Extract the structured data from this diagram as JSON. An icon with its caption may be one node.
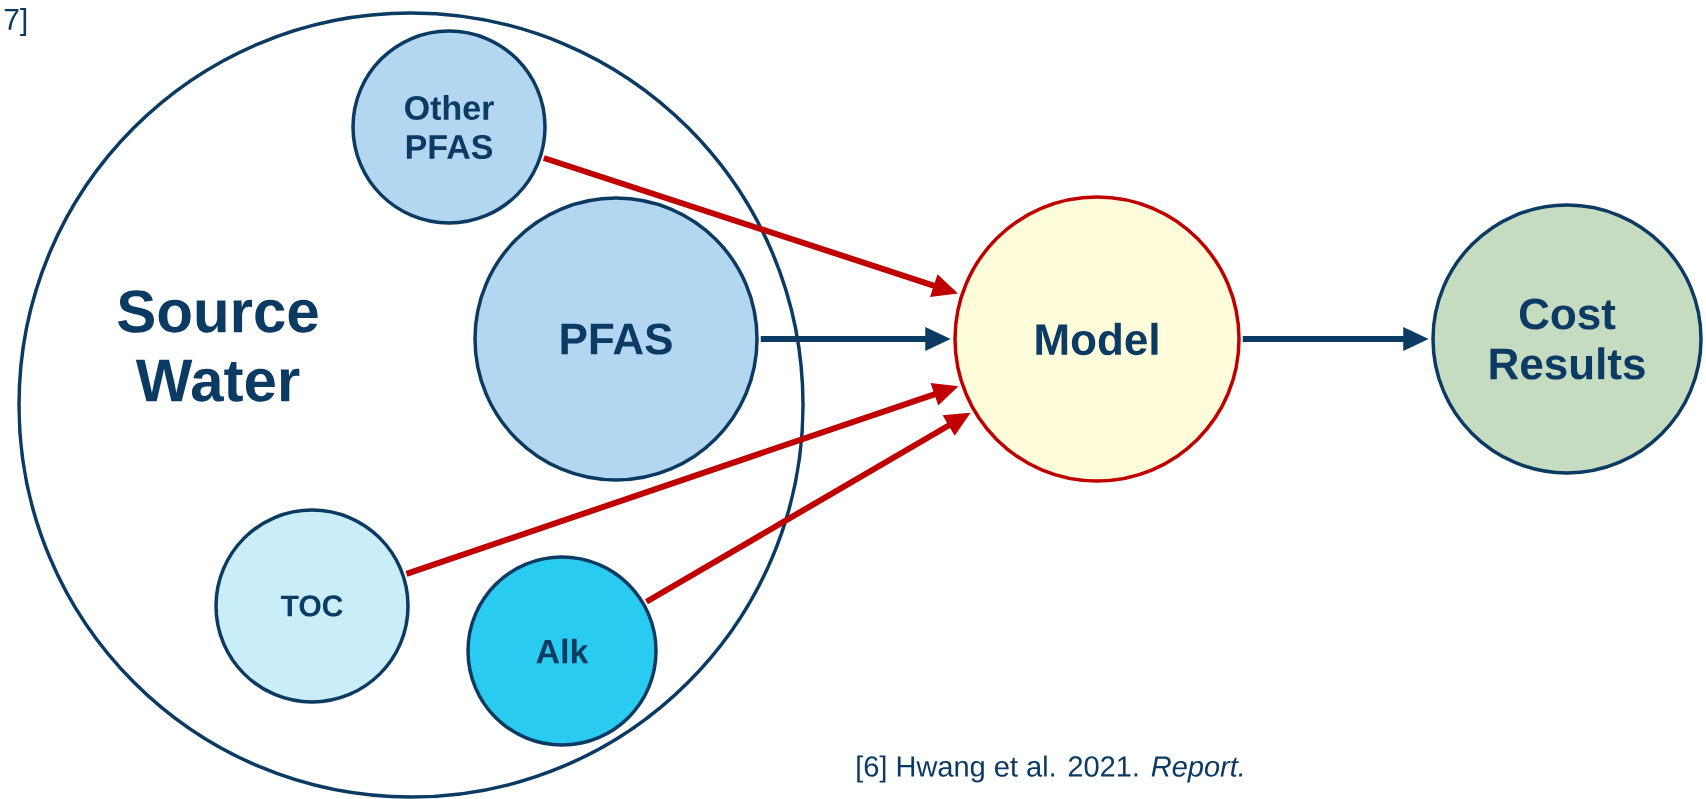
{
  "diagram": {
    "nodes": [
      {
        "text": [
          "Source Water"
        ]
      },
      {
        "text": [
          "Other PFAS"
        ],
        "in": 0
      },
      {
        "text": [
          "PFAS"
        ],
        "in": 0
      },
      {
        "text": [
          "TOC"
        ],
        "in": 0
      },
      {
        "text": [
          "Alk"
        ],
        "in": 0
      },
      {
        "text": [
          "Model"
        ]
      },
      {
        "text": [
          "Cost Results"
        ]
      }
    ],
    "edges": [
      {
        "from": 1,
        "to": 5,
        "arrow": "to",
        "color": "#c00000"
      },
      {
        "from": 2,
        "to": 5,
        "arrow": "to",
        "color": "#0b3a63"
      },
      {
        "from": 3,
        "to": 5,
        "arrow": "to",
        "color": "#c00000"
      },
      {
        "from": 4,
        "to": 5,
        "arrow": "to",
        "color": "#c00000"
      },
      {
        "from": 5,
        "to": 6,
        "arrow": "to",
        "color": "#0b3a63"
      }
    ],
    "labels": [
      "7]",
      "[6] Hwang et al. 2021. *Report.*"
    ]
  }
}
